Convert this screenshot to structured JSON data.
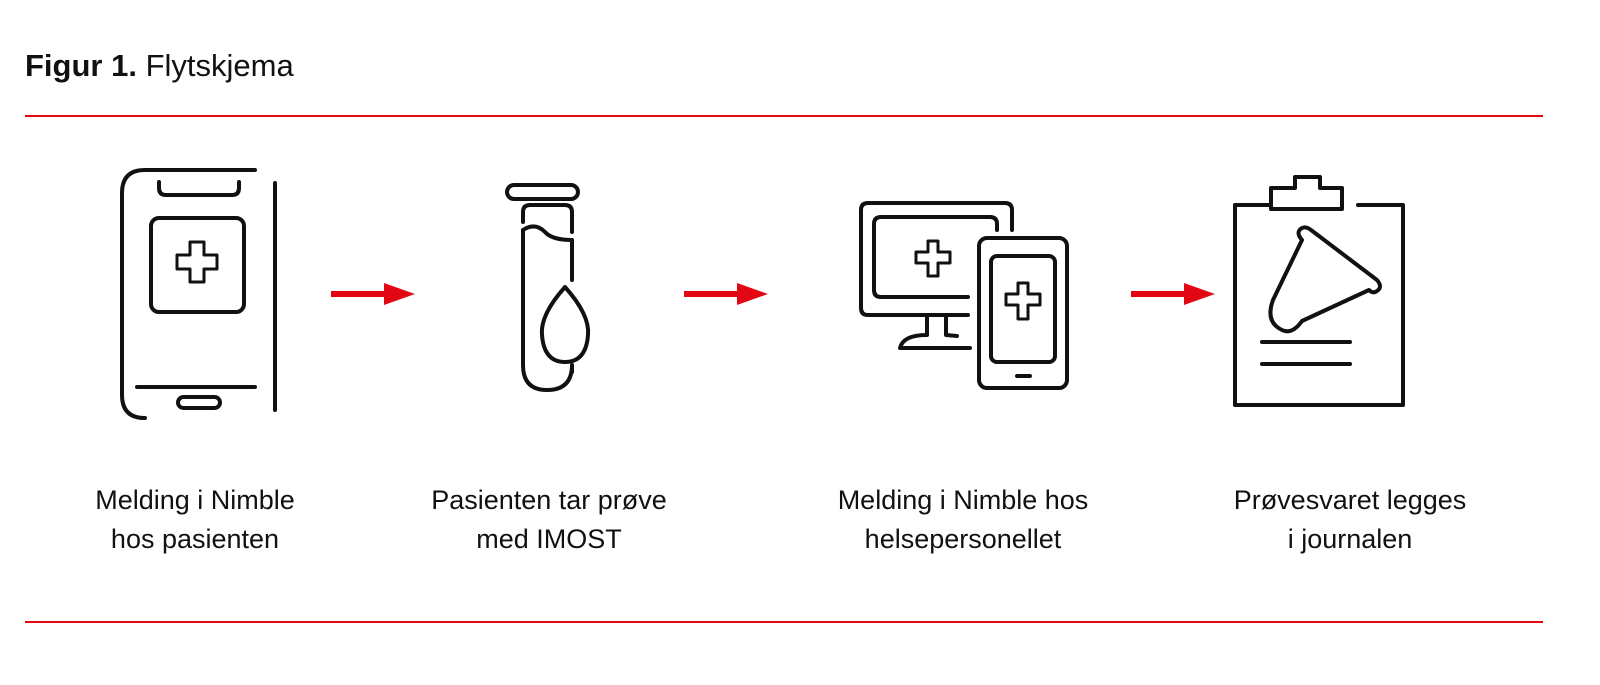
{
  "title": {
    "bold": "Figur 1.",
    "text": "Flytskjema"
  },
  "colors": {
    "accent": "#e30613",
    "ink": "#111111"
  },
  "steps": [
    {
      "icon": "smartphone-medical-icon",
      "line1": "Melding i Nimble",
      "line2": "hos pasienten"
    },
    {
      "icon": "test-tube-blood-drop-icon",
      "line1": "Pasienten tar prøve",
      "line2": "med IMOST"
    },
    {
      "icon": "monitor-tablet-medical-icon",
      "line1": "Melding i Nimble hos",
      "line2": "helsepersonellet"
    },
    {
      "icon": "clipboard-test-tube-icon",
      "line1": "Prøvesvaret legges",
      "line2": "i journalen"
    }
  ]
}
